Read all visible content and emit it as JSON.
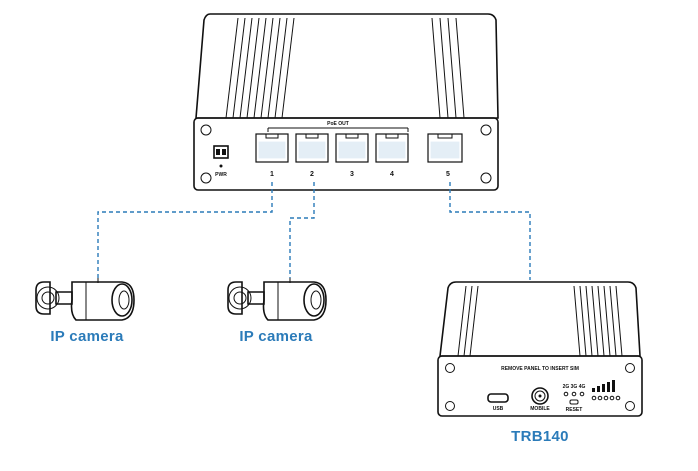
{
  "switch": {
    "poe_out_label": "PoE OUT",
    "power_label": "PWR",
    "ports": [
      "1",
      "2",
      "3",
      "4",
      "5"
    ]
  },
  "cameras": [
    {
      "label": "IP camera"
    },
    {
      "label": "IP camera"
    }
  ],
  "router": {
    "label": "TRB140",
    "panel_text": "REMOVE PANEL TO INSERT SIM",
    "usb_label": "USB",
    "mobile_label": "MOBILE",
    "reset_label": "RESET",
    "network_labels": "2G 3G 4G"
  },
  "colors": {
    "accent": "#2b7bb9",
    "outline": "#111111"
  }
}
